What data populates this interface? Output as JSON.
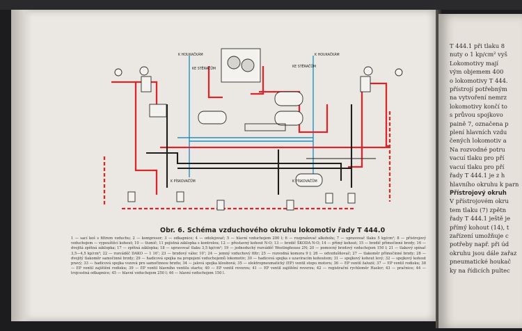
{
  "figure": {
    "caption_title": "Obr. 6. Schéma vzduchového okruhu lokomotiv řady T 444.0",
    "legend_text": "1 — sací koš s filtrem vzduchu; 2 — kompresor; 3 — odkapnice; 4 — odolejovač; 5 — hlavní vzduchojem 200 l; 6 — rozprašovač alkoholu; 7 — upravovač tlaku 5 kp/cm²; 8 — přístrojový vzduchojem — vypouštěcí kohout; 10 — tlumič; 11 pojistná záklopka s kontrolou; 12 — přestavný kohout N-O; 13 — brzdič ŠKODA N-O; 14 — přímý kohout; 15 — brzdič přímočinné brzdy; 16 — dvojitá zpětná záklopka; 17 — zpětná záklopka; 18 — upravovač tlaku 3,5 kp/cm²; 19 — jednoduchý rozváděč Westinghouse 2N; 20 — pomocný brzdový vzduchojem 150 l; 21 — tlakový spínač 3,5—4,5 kp/cm²; 22 — rozváděč DAKO — 1 16″; 23 — brzdový válec 10″; 24 — jemný vzduchový filtr; 25 — rozvodná komora 9 l; 26 — odvzdušňovač; 27 — tlakoměr přímočinné brzdy; 28 — dvojitý tlakoměr samočinné brzdy; 29 — hadicová spojka na propojení vzduchojemů lokomotiv; 30 — hadicová spojka s uzavíracím kohoutem; 31 — spojkový kohout levý; 32 — spojkový kohout pravý; 33 — hadicová spojka vozová pro samočinnou brzdu; 34 — jalová spojka kloubová; 35 — elektropneumatický (EP) ventil stopu motoru; 36 — EP ventil žaluzií; 37 — EP ventil rodisku; 38 — EP ventil zajištění rodisku; 39 — EP ventil hlavního ventilu startu; 40 — EP ventil reverzu; 41 — EP ventil zajištění reverzu; 42 — registrační rychloměr Hasler; 43 — pračnice; 44 — trojcestná odkapnice; 45 — hlavní vzduchojem 250 l; 46 — hlavní vzduchojem 150 l.",
    "labels": {
      "k_houkackam_left": "K HOUKAČKÁM",
      "k_houkackam_right": "K HOUKAČKÁM",
      "ke_sterackum_left": "KE STĚRAČŮM",
      "ke_sterackum_right": "KE STĚRAČŮM",
      "k_piskovacum_left": "K PÍSKOVAČŮM",
      "k_piskovacum_right": "K PÍSKOVAČŮM"
    },
    "colors": {
      "main_line": "#d9262a",
      "brake_line": "#1d1d1d",
      "aux_line": "#1f8fc4",
      "paper": "#ebe8e3"
    }
  },
  "right_page": {
    "lines": [
      "T 444.1 při tlaku 8",
      "nuty o 1 kp/cm² vyš",
      "Lokomotivy mají",
      "vým objemem 400",
      "o lokomotivy T 444.",
      "přístrojí potřebným",
      "na vytvoření nemrz",
      "lokomotivy končí to",
      "s průvou spojkovo",
      "paině 7, označena p",
      "plení hlavních vzdu",
      "čených lokomotiv a",
      "Na rozvodné potru",
      "vacuí tlaku pro pří",
      "vacuí tlaku pro pří",
      "řady T 444.1 je z h",
      "hlavního okruhu k parn"
    ],
    "heading": "Přístrojový okruh",
    "lines_after": [
      "V přístrojovém okru",
      "tem tlaku (7) zpětn",
      "řady T 444.1 ještě je",
      "přímý kohout (14), t",
      "zařízení umožňuje c",
      "potřeby např. při úd",
      "okruhu jsou dále zařaz",
      "pneumatické houkač",
      "ky na řídicích pultec"
    ]
  }
}
